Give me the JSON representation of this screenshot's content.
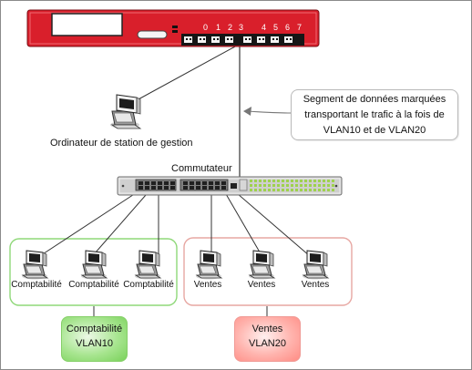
{
  "diagram": {
    "firewall": {
      "port_numbers": [
        "0",
        "1",
        "2",
        "3",
        "4",
        "5",
        "6",
        "7"
      ]
    },
    "management_station": {
      "label": "Ordinateur de station de gestion"
    },
    "switch": {
      "label": "Commutateur"
    },
    "callout": {
      "line1": "Segment de données marquées",
      "line2": "transportant le trafic à la fois de",
      "line3": "VLAN10 et de VLAN20"
    },
    "groups": {
      "accounting": {
        "devices": [
          "Comptabilité",
          "Comptabilité",
          "Comptabilité"
        ],
        "badge_line1": "Comptabilité",
        "badge_line2": "VLAN10",
        "color": "#8cd86f"
      },
      "sales": {
        "devices": [
          "Ventes",
          "Ventes",
          "Ventes"
        ],
        "badge_line1": "Ventes",
        "badge_line2": "VLAN20",
        "color": "#ff9a93"
      }
    },
    "colors": {
      "firewall_body": "#d91f2b",
      "firewall_dark": "#1f1f1f",
      "switch_leds": "#9ed14e"
    }
  }
}
